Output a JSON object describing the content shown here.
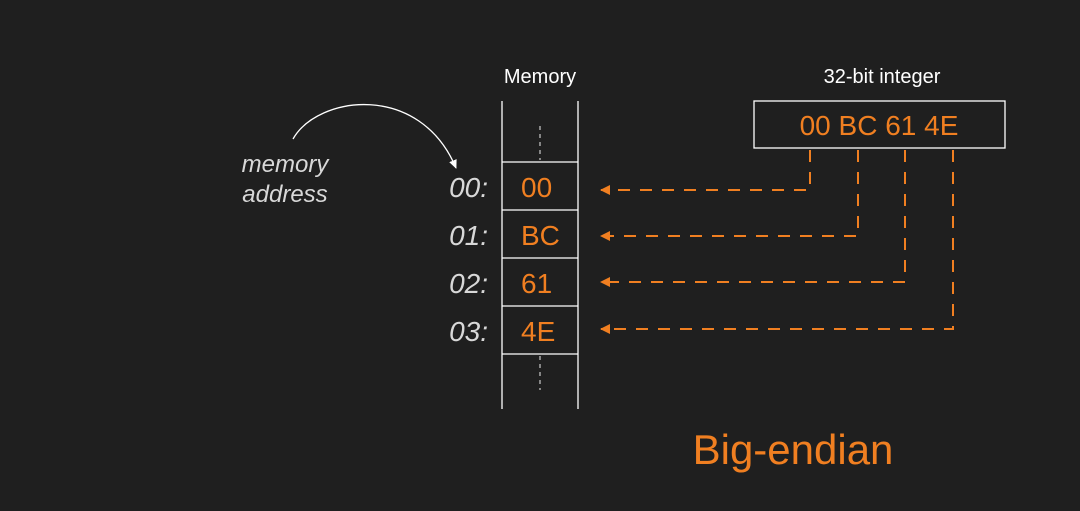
{
  "memory": {
    "header": "Memory",
    "cells": [
      {
        "address": "00:",
        "value": "00"
      },
      {
        "address": "01:",
        "value": "BC"
      },
      {
        "address": "02:",
        "value": "61"
      },
      {
        "address": "03:",
        "value": "4E"
      }
    ]
  },
  "integer": {
    "header": "32-bit integer",
    "value": "00 BC 61 4E"
  },
  "annotation": {
    "line1": "memory",
    "line2": "address"
  },
  "title": "Big-endian",
  "colors": {
    "background": "#1f1f1f",
    "accent": "#f07f21",
    "text": "#ffffff",
    "muted": "#d8d8d8"
  }
}
